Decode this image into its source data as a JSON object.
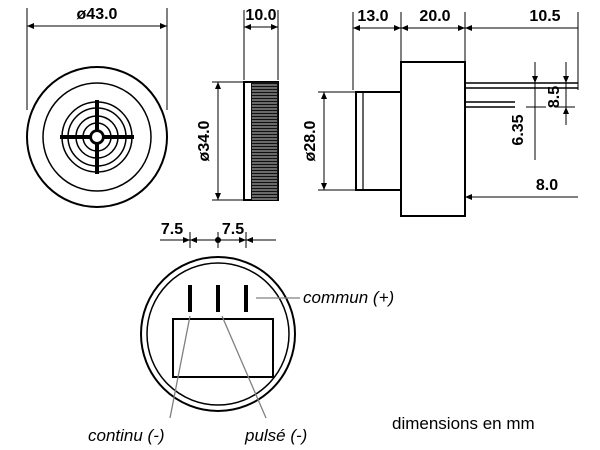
{
  "front_view": {
    "diameter_label": "ø43.0"
  },
  "side_view": {
    "width_label": "10.0",
    "diameter_label": "ø34.0"
  },
  "profile_view": {
    "length_a_label": "13.0",
    "length_b_label": "20.0",
    "pin_length_label": "10.5",
    "diameter_label": "ø28.0",
    "pin_spacing_label": "8.5",
    "pin_height_label": "6.35",
    "pin_offset_label": "8.0"
  },
  "bottom_view": {
    "pitch_left_label": "7.5",
    "pitch_right_label": "7.5",
    "pins": [
      {
        "label": "commun (+)"
      },
      {
        "label": "continu (-)"
      },
      {
        "label": "pulsé (-)"
      }
    ]
  },
  "note": "dimensions en mm"
}
